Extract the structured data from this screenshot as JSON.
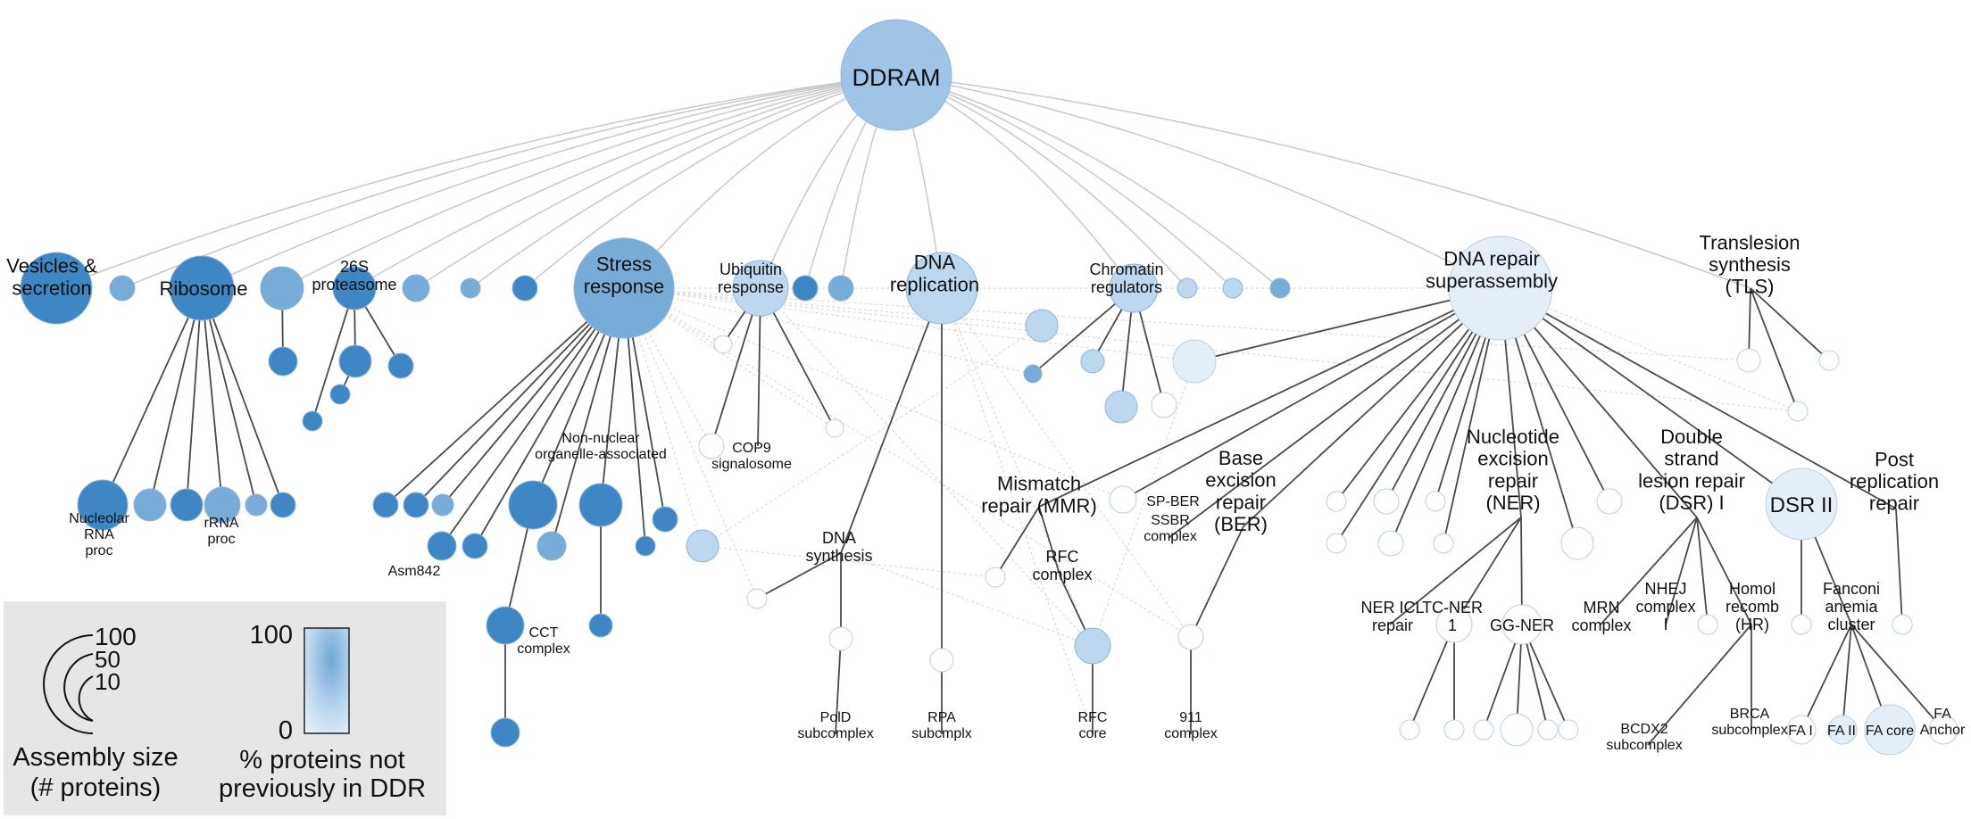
{
  "nodes": {
    "root": "DDRAM",
    "vesicles": "Vesicles & secretion",
    "ribosome": "Ribosome",
    "proteasome": "26S proteasome",
    "stress": "Stress response",
    "ubiquitin": "Ubiquitin response",
    "dnarep": "DNA replication",
    "chromatin": "Chromatin regulators",
    "dnarepair": "DNA repair superassembly",
    "tls": "Translesion synthesis (TLS)",
    "nucleolar": "Nucleolar RNA proc",
    "rrna": "rRNA proc",
    "asm842": "Asm842",
    "nonnuclear": "Non-nuclear organelle-associated",
    "cct": "CCT complex",
    "cop9": "COP9 signalosome",
    "dnasynth": "DNA synthesis",
    "mmr": "Mismatch repair (MMR)",
    "rfc": "RFC complex",
    "spber": "SP-BER",
    "ssbr": "SSBR complex",
    "ber": "Base excision repair (BER)",
    "ner": "Nucleotide excision repair (NER)",
    "dsr": "Double strand lesion repair (DSR) I",
    "dsr2": "DSR II",
    "prr": "Post replication repair",
    "pold": "PolD subcomplex",
    "rpa": "RPA subcmplx",
    "rfccore": "RFC core",
    "c911": "911 complex",
    "nericl": "NER ICL repair",
    "tcner": "TC-NER 1",
    "ggner": "GG-NER",
    "mrn": "MRN complex",
    "nhej": "NHEJ complex I",
    "hr": "Homol recomb (HR)",
    "fanconi": "Fanconi anemia cluster",
    "bcdx2": "BCDX2 subcomplex",
    "brca": "BRCA subcomplex",
    "fai": "FA I",
    "faii": "FA II",
    "facore": "FA core",
    "faanchor": "FA Anchor"
  },
  "legend": {
    "size_values": [
      "100",
      "50",
      "10"
    ],
    "size_title": "Assembly size (# proteins)",
    "color_max": "100",
    "color_min": "0",
    "color_title": "% proteins not previously in DDR"
  },
  "colors": {
    "dark_blue": "#3f86c4",
    "mid_blue": "#78acd8",
    "light_blue": "#bcd7ee",
    "pale_blue": "#e3eef8",
    "root_blue": "#9ec5e6",
    "edge": "#4a4a4a",
    "edge_light": "#c8c8c8",
    "legend_bg": "#e6e6e6"
  }
}
